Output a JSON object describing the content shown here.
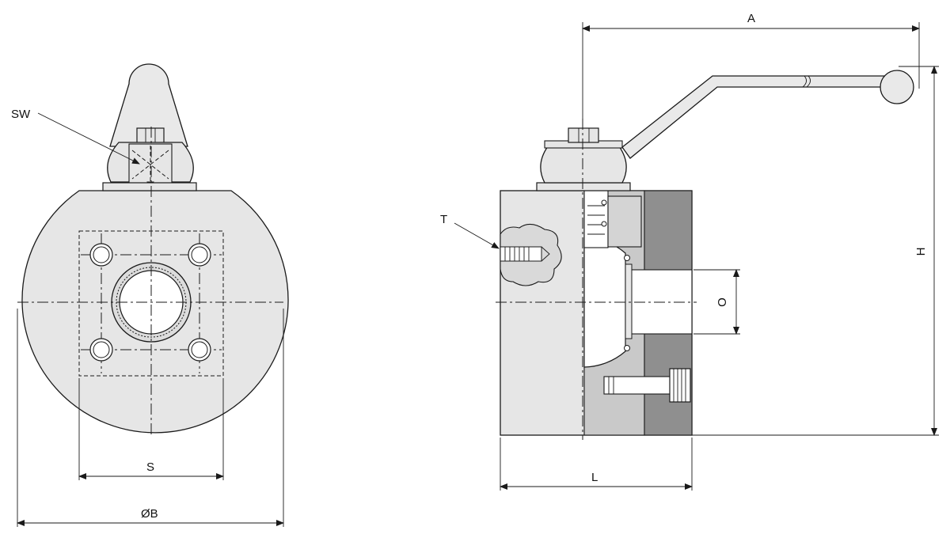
{
  "labels": {
    "sw": "SW",
    "s": "S",
    "b": "ØB",
    "a": "A",
    "h": "H",
    "t": "T",
    "o": "O",
    "l": "L"
  },
  "colors": {
    "line": "#1a1a1a",
    "body_fill": "#e6e6e6",
    "section_light": "#c9c9c9",
    "section_dark": "#8f8f8f",
    "background": "#ffffff"
  }
}
